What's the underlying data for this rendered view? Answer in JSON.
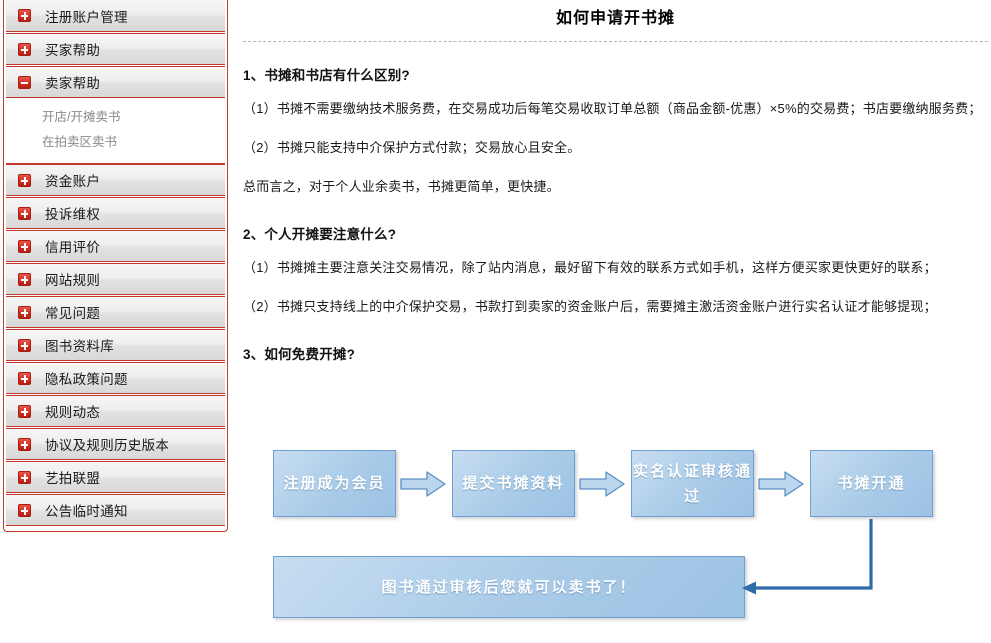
{
  "sidebar": {
    "items": [
      {
        "label": "注册账户管理",
        "icon": "plus-icon",
        "expanded": false
      },
      {
        "label": "买家帮助",
        "icon": "plus-icon",
        "expanded": false
      },
      {
        "label": "卖家帮助",
        "icon": "minus-icon",
        "expanded": true,
        "children": [
          "开店/开摊卖书",
          "在拍卖区卖书"
        ]
      },
      {
        "label": "资金账户",
        "icon": "plus-icon",
        "expanded": false
      },
      {
        "label": "投诉维权",
        "icon": "plus-icon",
        "expanded": false
      },
      {
        "label": "信用评价",
        "icon": "plus-icon",
        "expanded": false
      },
      {
        "label": "网站规则",
        "icon": "plus-icon",
        "expanded": false
      },
      {
        "label": "常见问题",
        "icon": "plus-icon",
        "expanded": false
      },
      {
        "label": "图书资料库",
        "icon": "plus-icon",
        "expanded": false
      },
      {
        "label": "隐私政策问题",
        "icon": "plus-icon",
        "expanded": false
      },
      {
        "label": "规则动态",
        "icon": "plus-icon",
        "expanded": false
      },
      {
        "label": "协议及规则历史版本",
        "icon": "plus-icon",
        "expanded": false
      },
      {
        "label": "艺拍联盟",
        "icon": "plus-icon",
        "expanded": false
      },
      {
        "label": "公告临时通知",
        "icon": "plus-icon",
        "expanded": false
      }
    ]
  },
  "main": {
    "title": "如何申请开书摊",
    "sections": [
      {
        "heading": "1、书摊和书店有什么区别?",
        "paragraphs": [
          "（1）书摊不需要缴纳技术服务费，在交易成功后每笔交易收取订单总额（商品金额-优惠）×5%的交易费；书店要缴纳服务费；",
          "（2）书摊只能支持中介保护方式付款；交易放心且安全。",
          "总而言之，对于个人业余卖书，书摊更简单，更快捷。"
        ]
      },
      {
        "heading": "2、个人开摊要注意什么?",
        "paragraphs": [
          "（1）书摊摊主要注意关注交易情况，除了站内消息，最好留下有效的联系方式如手机，这样方便买家更快更好的联系；",
          "（2）书摊只支持线上的中介保护交易，书款打到卖家的资金账户后，需要摊主激活资金账户进行实名认证才能够提现；"
        ]
      },
      {
        "heading": "3、如何免费开摊?",
        "paragraphs": []
      }
    ]
  },
  "flowchart": {
    "type": "diagram",
    "boxes": [
      {
        "id": "fbox1",
        "text": "注册成为会员"
      },
      {
        "id": "fbox2",
        "text": "提交书摊资料"
      },
      {
        "id": "fbox3",
        "text": "实名认证审核通过"
      },
      {
        "id": "fbox4",
        "text": "书摊开通"
      },
      {
        "id": "fbox5",
        "text": "图书通过审核后您就可以卖书了！"
      }
    ],
    "connectors": [
      {
        "name": "arrow-1",
        "from": "fbox1",
        "to": "fbox2",
        "shape": "block-arrow-right"
      },
      {
        "name": "arrow-2",
        "from": "fbox2",
        "to": "fbox3",
        "shape": "block-arrow-right"
      },
      {
        "name": "arrow-3",
        "from": "fbox3",
        "to": "fbox4",
        "shape": "block-arrow-right"
      },
      {
        "name": "elbow-arrow",
        "from": "fbox4",
        "to": "fbox5",
        "shape": "elbow-down-left"
      }
    ]
  },
  "colors": {
    "sidebar_border": "#c0392b",
    "icon_red": "#d6342a",
    "box_fill": "#a9cbe8",
    "box_border": "#6f9fd0",
    "arrow_line": "#2f6bab",
    "rule_gray": "#b5b5b5"
  }
}
